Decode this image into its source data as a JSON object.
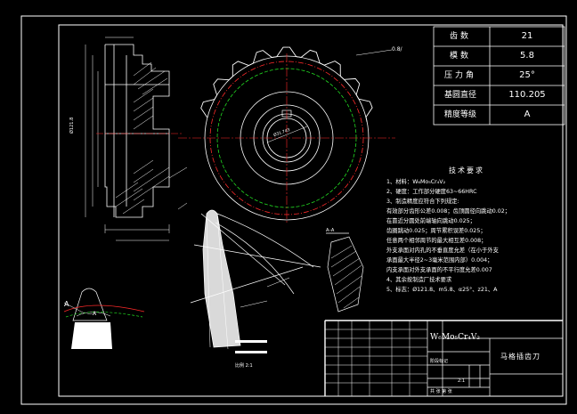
{
  "parameters": [
    {
      "label": "齿数",
      "value": "21"
    },
    {
      "label": "模数",
      "value": "5.8"
    },
    {
      "label": "压力角",
      "value": "25°"
    },
    {
      "label": "基圆直径",
      "value": "110.205"
    },
    {
      "label": "精度等级",
      "value": "A"
    }
  ],
  "tech_requirements": {
    "title": "技术要求",
    "lines": [
      "1、材料：W₆Mo₅Cr₄V₂",
      "2、硬度：工作部分硬度63~66HRC",
      "3、制造精度应符合下列规定:",
      "   有效部分齿形公差0.008；齿顶圆径向跳动0.02；",
      "   在靠近分圆处前端轴向跳动0.025；",
      "   齿圈跳动0.025；周节累积误差0.025；",
      "   任意两个相邻周节的最大相互差0.008；",
      "   外支承面对内孔的不垂直度允差（在小于外支",
      "   承面最大半径2~3毫米范围内部）0.004；",
      "   内支承面对外支承面的不平行度允差0.007",
      "4、其余按制造厂技术要求",
      "5、标志：Ø121.8、m5.8、α25°、z21、A"
    ]
  },
  "title_block": {
    "material": "W₆Mo₅Cr₄V₂",
    "part_name": "马格插齿刀",
    "scale_text": "比例 2:1",
    "row_small_1": "阶段标记",
    "row_small_2": "2:1",
    "row_small_3": "共  张  第  张"
  },
  "labels": {
    "section_label": "A–A",
    "view_label_a": "A",
    "view_label_bottom": "—A",
    "roughness_top": "0.8/",
    "center_bore": "Ø31.743",
    "left_dim_vertical": "Ø121.8"
  },
  "colors": {
    "background": "#000000",
    "line": "#ffffff",
    "center_line": "#ff2a2a",
    "pitch_circle": "#ff2a2a",
    "base_circle": "#22dd22",
    "gear_fill": "#ffffff"
  }
}
